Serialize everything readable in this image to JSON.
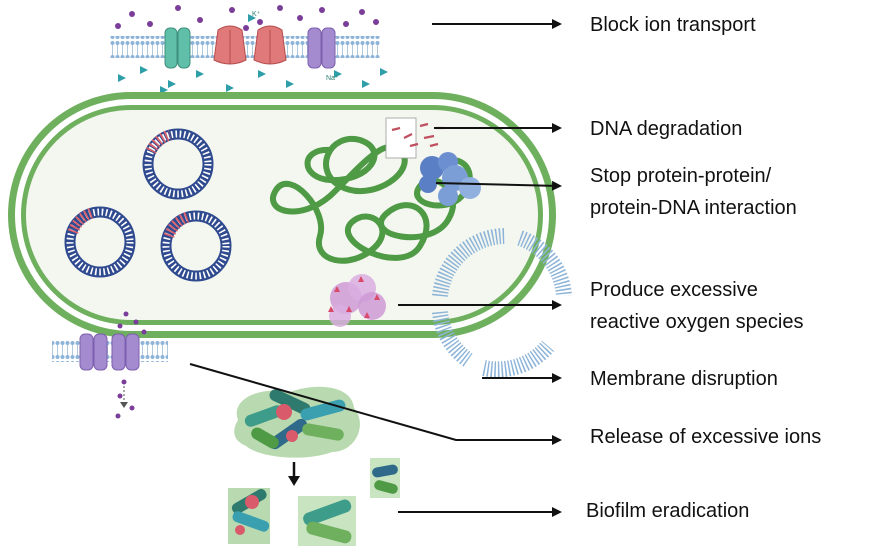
{
  "labels": {
    "block_ion_transport": "Block ion transport",
    "dna_degradation": "DNA degradation",
    "stop_interaction_line1": "Stop protein-protein/",
    "stop_interaction_line2": "protein-DNA interaction",
    "ros_line1": "Produce excessive",
    "ros_line2": "reactive oxygen species",
    "membrane_disruption": "Membrane disruption",
    "release_ions": "Release of excessive ions",
    "biofilm": "Biofilm eradication"
  },
  "ion_labels": {
    "potassium": "K⁺",
    "sodium": "Na⁺"
  },
  "colors": {
    "cell_wall": "#6fb05e",
    "cell_fill": "#f4f7f0",
    "membrane_head": "#8db4d8",
    "plasmid": "#2f4a8f",
    "plasmid_accent": "#e0606a",
    "chromosome": "#4e9a45",
    "channel_teal": "#5fbfa8",
    "channel_red": "#e07a7a",
    "channel_purple": "#a48bd0",
    "ion_dot": "#7a3e9a",
    "ion_tri": "#2e9fa8",
    "protein": "#6b8fd0",
    "ros": "#cf9ad6"
  }
}
